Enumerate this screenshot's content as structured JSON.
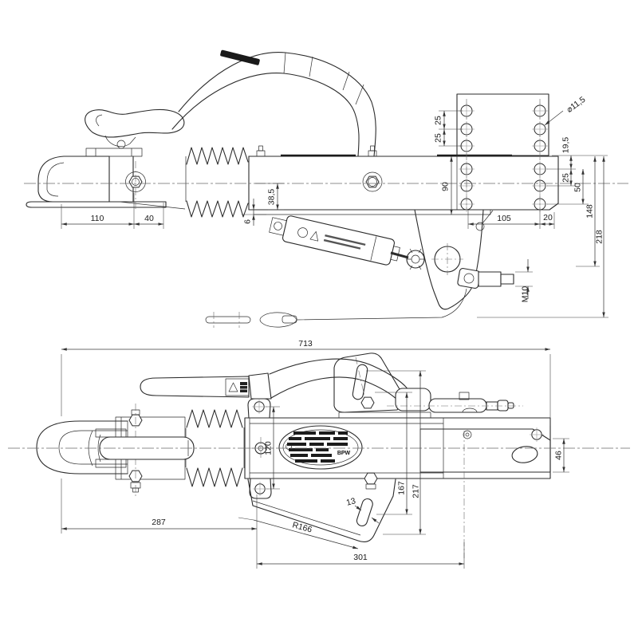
{
  "drawing": {
    "type": "technical-drawing",
    "subject": "overrun brake coupling, side view and plan view",
    "brand": "BPW",
    "colors": {
      "line": "#2b2b2b",
      "background": "#ffffff"
    }
  },
  "dims": {
    "side": {
      "d110": "110",
      "d40": "40",
      "d38_5": "38,5",
      "d6": "6",
      "d90": "90",
      "d25_left_top": "25",
      "d25_left_bottom": "25",
      "dia11_5": "⌀11,5",
      "d19_5": "19,5",
      "d25_right": "25",
      "d50": "50",
      "d148": "148",
      "d218": "218",
      "d105": "105",
      "d20": "20",
      "m10": "M10"
    },
    "plan": {
      "d713": "713",
      "d120": "120",
      "d287": "287",
      "d167": "167",
      "d217": "217",
      "d13": "13",
      "r166": "R166",
      "d301": "301",
      "d46": "46"
    }
  }
}
